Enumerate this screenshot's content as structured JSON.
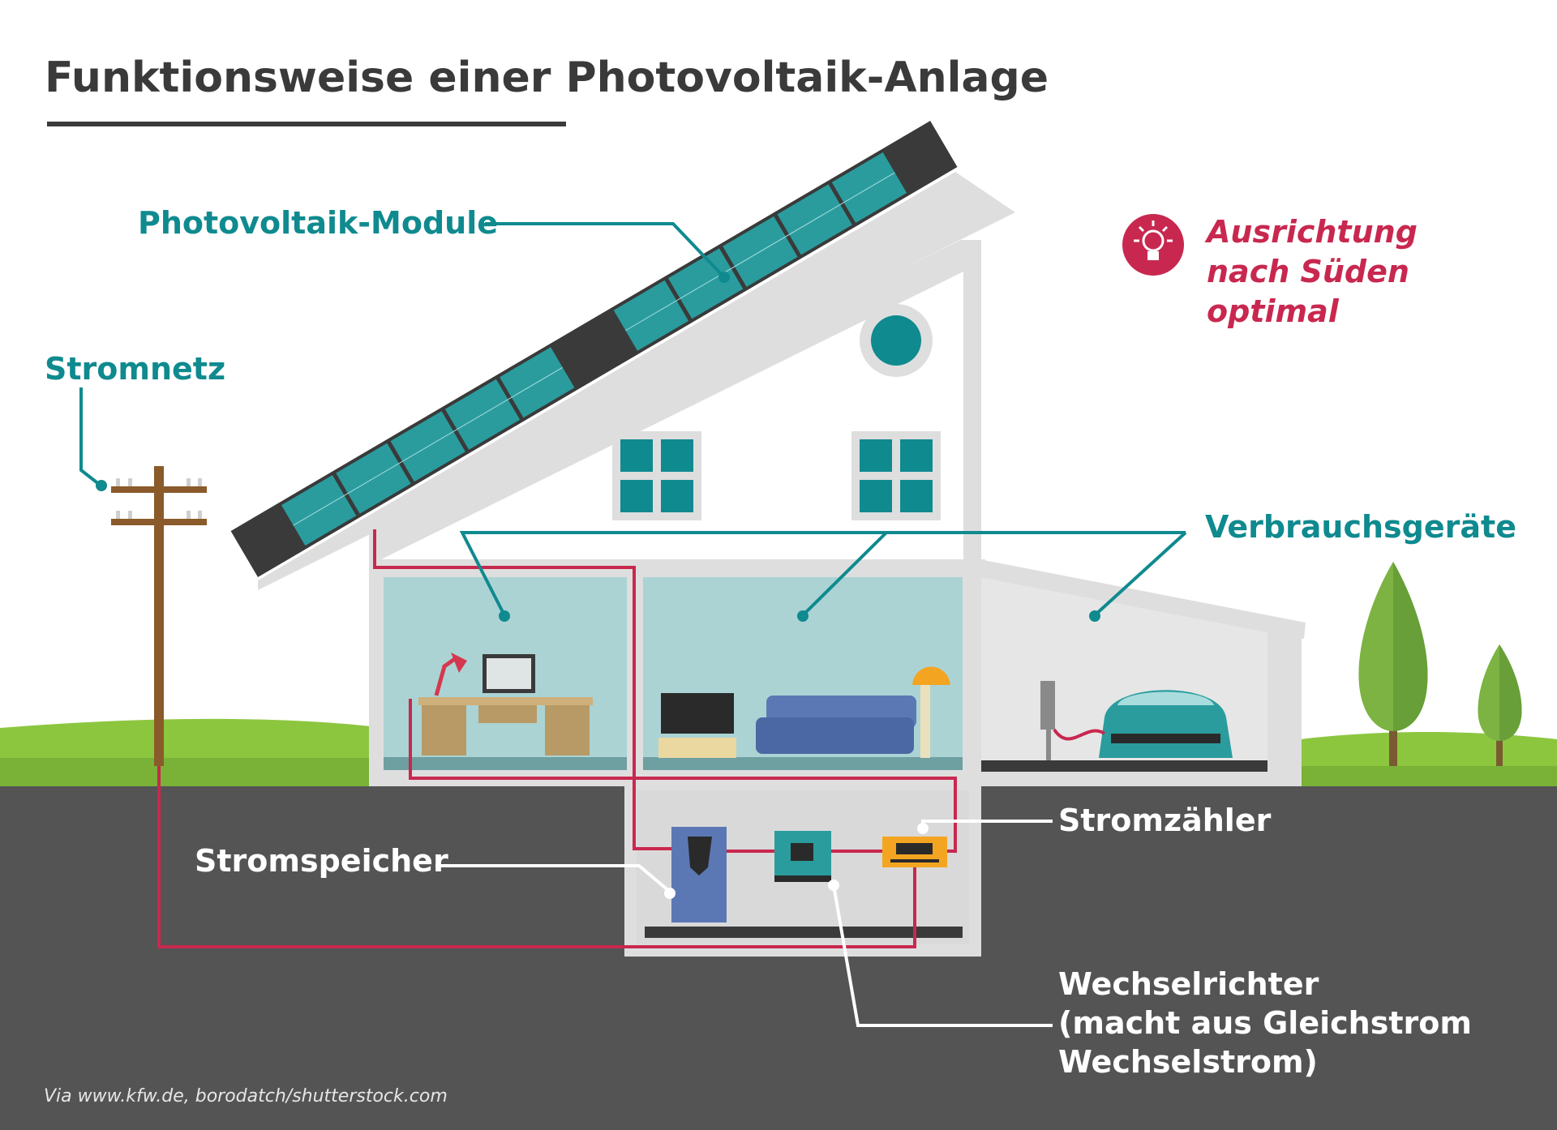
{
  "title": "Funktionsweise einer Photovoltaik-Anlage",
  "tip": {
    "icon": "lightbulb-icon",
    "lines": [
      "Ausrichtung",
      "nach Süden",
      "optimal"
    ],
    "color": "#c8284f"
  },
  "labels": {
    "pv_modules": "Photovoltaik-Module",
    "grid": "Stromnetz",
    "consumers": "Verbrauchsgeräte",
    "meter": "Stromzähler",
    "storage": "Stromspeicher",
    "inverter_lines": [
      "Wechselrichter",
      "(macht aus Gleichstrom",
      "Wechselstrom)"
    ]
  },
  "credit": "Via www.kfw.de, borodatch/shutterstock.com",
  "colors": {
    "teal": "#0f8a8f",
    "wire": "#c8284f",
    "ground": "#545454",
    "grass": "#8cc63f",
    "title": "#3a3a3a"
  }
}
